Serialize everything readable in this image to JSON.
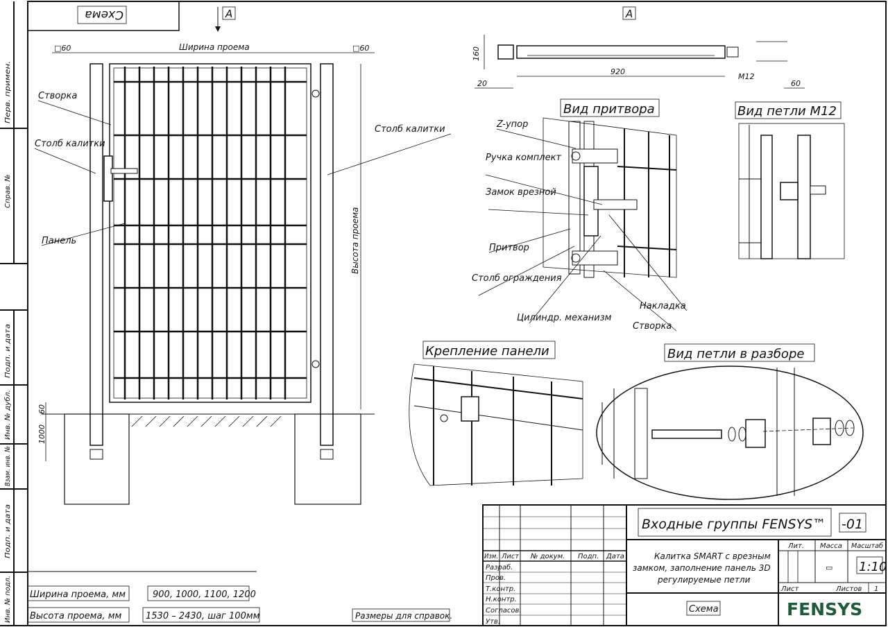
{
  "sheet": {
    "mirrored_stamp": "Схема",
    "margin_labels": [
      "Перв. примен.",
      "Справ. №",
      "Подп. и дата",
      "Инв. № дубл.",
      "Взам. инв. №",
      "Подп. и дата",
      "Инв. № подл."
    ]
  },
  "front_view": {
    "section_marker": "A",
    "post_size_left": "□60",
    "post_size_right": "□60",
    "width_label": "Ширина проема",
    "height_label": "Высота проема",
    "dim_60": "60",
    "dim_1000": "1000",
    "callouts": [
      "Створка",
      "Столб калитки",
      "Панель",
      "Столб калитки"
    ]
  },
  "section_view": {
    "marker": "A",
    "dim_160": "160",
    "dim_20": "20",
    "dim_920": "920",
    "dim_m12": "M12",
    "dim_60": "60"
  },
  "details": {
    "latch_view": {
      "title": "Вид притвора",
      "callouts": [
        "Z-упор",
        "Ручка комплект",
        "Замок врезной",
        "Притвор",
        "Столб ограждения",
        "Цилиндр. механизм",
        "Накладка",
        "Створка"
      ]
    },
    "hinge_view": {
      "title": "Вид петли M12"
    },
    "panel_mount": {
      "title": "Крепление панели"
    },
    "hinge_exploded": {
      "title": "Вид петли в разборе"
    }
  },
  "spec_table": {
    "rows": [
      {
        "label": "Ширина проема, мм",
        "value": "900, 1000, 1100, 1200"
      },
      {
        "label": "Высота проема, мм",
        "value": "1530 – 2430, шаг 100мм"
      }
    ],
    "note": "Размеры для справок."
  },
  "title_block": {
    "headers": [
      "Изм.",
      "Лист",
      "№ докум.",
      "Подп.",
      "Дата"
    ],
    "roles": [
      "Разраб.",
      "Пров.",
      "Т.контр.",
      "Н.контр.",
      "Согласов.",
      "Утв."
    ],
    "product_group": "Входные группы  FENSYS™",
    "designation": "-01",
    "description": [
      "Калитка SMART с врезным",
      "замком, заполнение панель 3D",
      "регулируемые петли"
    ],
    "lit_label": "Лит.",
    "mass_label": "Масса",
    "scale_label": "Масштаб",
    "mass_value": "▭",
    "scale_value": "1:10",
    "sheet_label": "Лист",
    "sheets_label": "Листов",
    "sheets_value": "1",
    "doc_type": "Схема",
    "logo": "FENSYS",
    "logo_color": "#1f5b3a"
  }
}
